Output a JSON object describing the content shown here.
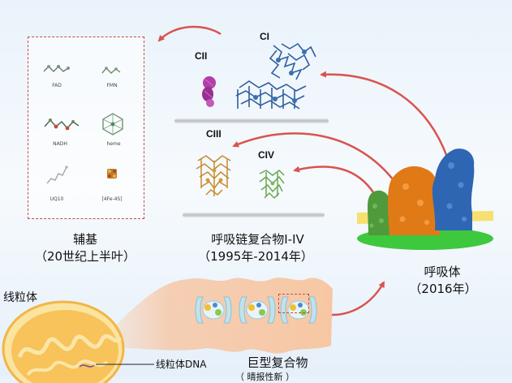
{
  "cofactors": {
    "items": [
      {
        "label": "FAD"
      },
      {
        "label": "FMN"
      },
      {
        "label": "NADH"
      },
      {
        "label": "heme"
      },
      {
        "label": "UQ10"
      },
      {
        "label": "[4Fe-4S]"
      }
    ],
    "title": "辅基",
    "period": "（20世纪上半叶）"
  },
  "complexes": {
    "ci": "CI",
    "cii": "CII",
    "ciii": "CIII",
    "civ": "CIV",
    "title": "呼吸链复合物I-IV",
    "period": "（1995年-2014年）"
  },
  "respirasome": {
    "title": "呼吸体",
    "period": "（2016年）"
  },
  "mitochondria": {
    "title": "线粒体",
    "dna_label": "线粒体DNA"
  },
  "megacomplex": {
    "title": "巨型复合物",
    "partial": "（ 晴报性新 ）"
  },
  "colors": {
    "arrow": "#d9534f",
    "ci_structure": "#2f5f9e",
    "cii_structure": "#b040a8",
    "ciii_structure": "#c8892e",
    "civ_structure": "#6aa84f",
    "respirasome_green": "#4f9a3a",
    "respirasome_orange": "#e07a16",
    "respirasome_blue": "#2f66b3",
    "membrane": "#3ec83e",
    "mito_fill": "#f7c35a",
    "dashed_box": "#c94a4a"
  }
}
